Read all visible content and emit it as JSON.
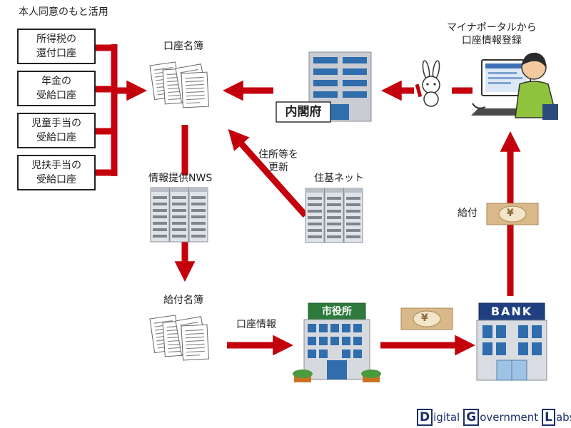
{
  "colors": {
    "arrow": "#c4000d",
    "logo": "#1c2e6b"
  },
  "header_label": "本人同意のもと活用",
  "account_boxes": [
    {
      "label": "所得税の\n還付口座"
    },
    {
      "label": "年金の\n受給口座"
    },
    {
      "label": "児童手当の\n受給口座"
    },
    {
      "label": "児扶手当の\n受給口座"
    }
  ],
  "nodes": {
    "account_registry": {
      "label": "口座名簿"
    },
    "cabinet_office": {
      "sign": "内閣府"
    },
    "myna_portal": {
      "label": "マイナポータルから\n口座情報登録"
    },
    "nws": {
      "label": "情報提供NWS"
    },
    "juki_net": {
      "label": "住基ネット"
    },
    "payment_registry": {
      "label": "給付名簿"
    },
    "city_hall": {
      "sign": "市役所"
    },
    "bank": {
      "sign": "BANK"
    }
  },
  "edge_labels": {
    "address_update": "住所等を\n更新",
    "account_info": "口座情報",
    "payment": "給付",
    "yen": "¥"
  },
  "footer_logo": {
    "parts": [
      {
        "cap": "D",
        "rest": "igital"
      },
      {
        "cap": "G",
        "rest": "overnment"
      },
      {
        "cap": "L",
        "rest": "abs"
      }
    ]
  }
}
